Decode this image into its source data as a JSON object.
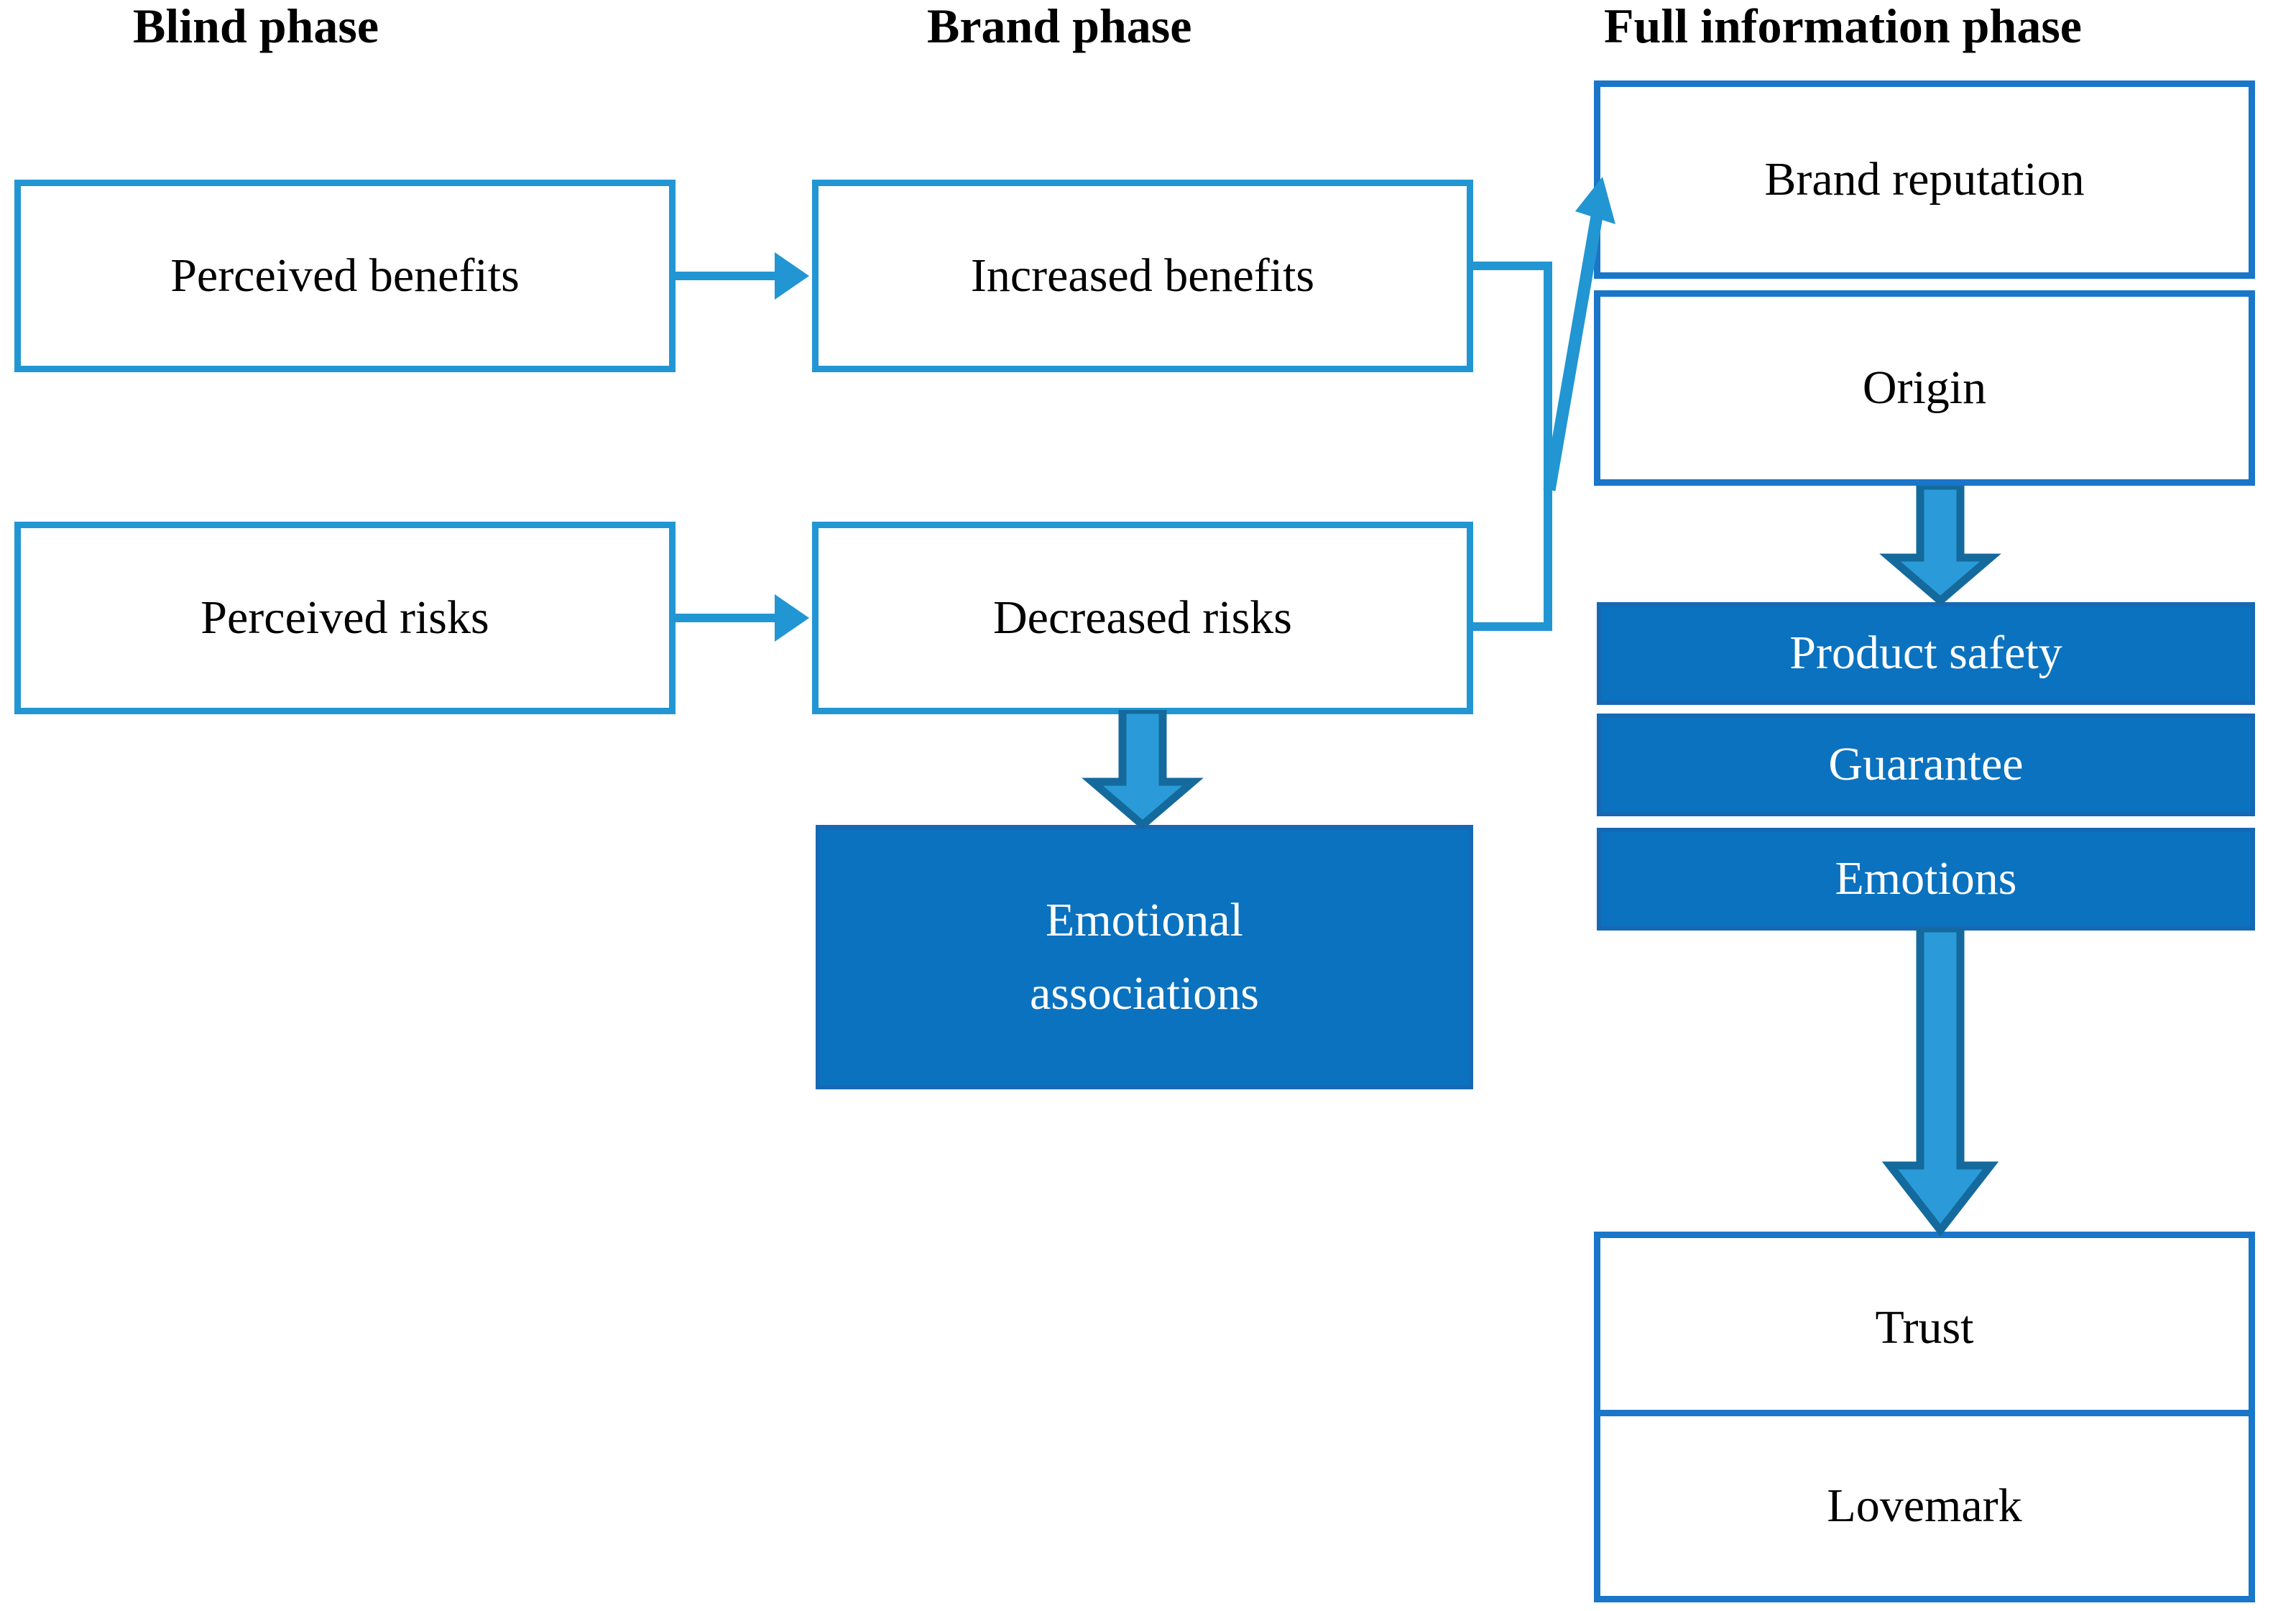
{
  "diagram": {
    "title_row": {
      "blind_phase": "Blind phase",
      "brand_phase": "Brand phase",
      "full_information_phase": "Full information phase"
    },
    "colors": {
      "outline_blue": "#2196d3",
      "deep_outline_blue": "#1a76c8",
      "fill_blue": "#0b72bf",
      "arrow_blue": "#2196d3",
      "text_dark": "#000000",
      "text_light": "#ffffff"
    },
    "columns": [
      {
        "id": "blind-phase",
        "heading": "Blind phase",
        "nodes": [
          {
            "id": "perceived-benefits",
            "label": "Perceived benefits",
            "style": "outline"
          },
          {
            "id": "perceived-risks",
            "label": "Perceived risks",
            "style": "outline"
          }
        ]
      },
      {
        "id": "brand-phase",
        "heading": "Brand phase",
        "nodes": [
          {
            "id": "increased-benefits",
            "label": "Increased benefits",
            "style": "outline"
          },
          {
            "id": "decreased-risks",
            "label": "Decreased risks",
            "style": "outline"
          },
          {
            "id": "emotional-associations",
            "label_line1": "Emotional",
            "label_line2": "associations",
            "style": "filled"
          }
        ]
      },
      {
        "id": "full-information-phase",
        "heading": "Full information phase",
        "nodes": [
          {
            "id": "brand-reputation",
            "label": "Brand reputation",
            "style": "outline"
          },
          {
            "id": "origin",
            "label": "Origin",
            "style": "outline"
          },
          {
            "id": "product-safety",
            "label": "Product safety",
            "style": "filled"
          },
          {
            "id": "guarantee",
            "label": "Guarantee",
            "style": "filled"
          },
          {
            "id": "emotions",
            "label": "Emotions",
            "style": "filled"
          },
          {
            "id": "trust",
            "label": "Trust",
            "style": "outline"
          },
          {
            "id": "lovemark",
            "label": "Lovemark",
            "style": "outline"
          }
        ]
      }
    ],
    "connectors": [
      {
        "id": "benefits-to-increased-benefits",
        "from": "perceived-benefits",
        "to": "increased-benefits",
        "kind": "thin-arrow-right"
      },
      {
        "id": "risks-to-decreased-risks",
        "from": "perceived-risks",
        "to": "decreased-risks",
        "kind": "thin-arrow-right"
      },
      {
        "id": "brand-phase-to-brand-reputation",
        "from": "increased-benefits+decreased-risks",
        "to": "brand-reputation",
        "kind": "elbow-diagonal-arrow"
      },
      {
        "id": "decreased-risks-to-emotional-associations",
        "from": "decreased-risks",
        "to": "emotional-associations",
        "kind": "block-arrow-down"
      },
      {
        "id": "origin-to-product-safety",
        "from": "origin",
        "to": "product-safety",
        "kind": "block-arrow-down"
      },
      {
        "id": "emotions-to-trust",
        "from": "emotions",
        "to": "trust",
        "kind": "block-arrow-down"
      }
    ]
  }
}
